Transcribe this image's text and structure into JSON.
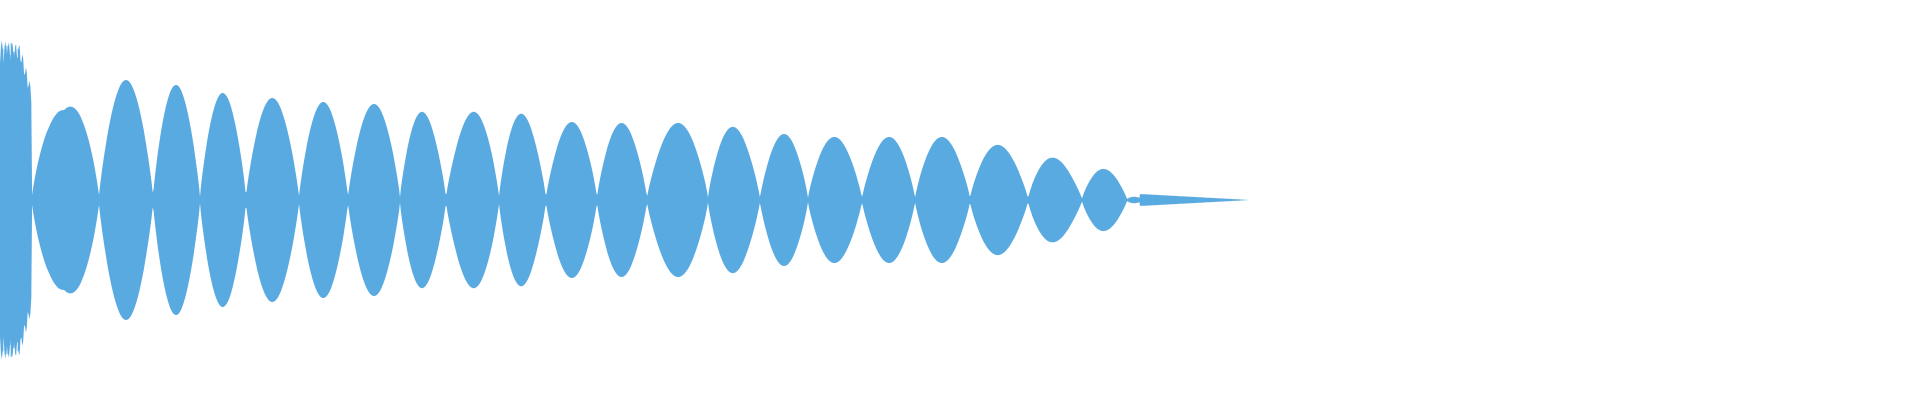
{
  "waveform": {
    "color": "#5aaae2",
    "background": "#ffffff",
    "envelope_profile": [
      [
        0.0,
        0.8
      ],
      [
        0.02,
        0.78
      ],
      [
        0.032,
        0.55
      ],
      [
        0.049,
        0.48
      ],
      [
        0.064,
        0.45
      ],
      [
        0.099,
        0.6
      ],
      [
        0.153,
        0.6
      ],
      [
        0.2,
        0.55
      ],
      [
        0.246,
        0.52
      ],
      [
        0.299,
        0.5
      ],
      [
        0.348,
        0.48
      ],
      [
        0.4,
        0.48
      ],
      [
        0.446,
        0.4
      ],
      [
        0.499,
        0.48
      ],
      [
        0.546,
        0.38
      ],
      [
        0.597,
        0.4
      ],
      [
        0.647,
        0.37
      ],
      [
        0.708,
        0.4
      ],
      [
        0.76,
        0.33
      ],
      [
        0.808,
        0.33
      ],
      [
        0.862,
        0.3
      ],
      [
        0.915,
        0.33
      ],
      [
        0.97,
        0.3
      ],
      [
        1.028,
        0.25
      ],
      [
        1.082,
        0.17
      ],
      [
        1.127,
        0.14
      ],
      [
        1.14,
        0.03
      ],
      [
        1.25,
        0.0
      ]
    ],
    "lobe_boundaries": [
      0.032,
      0.099,
      0.153,
      0.2,
      0.246,
      0.299,
      0.348,
      0.4,
      0.446,
      0.499,
      0.546,
      0.597,
      0.647,
      0.708,
      0.76,
      0.808,
      0.862,
      0.915,
      0.97,
      1.028,
      1.082,
      1.127
    ]
  }
}
